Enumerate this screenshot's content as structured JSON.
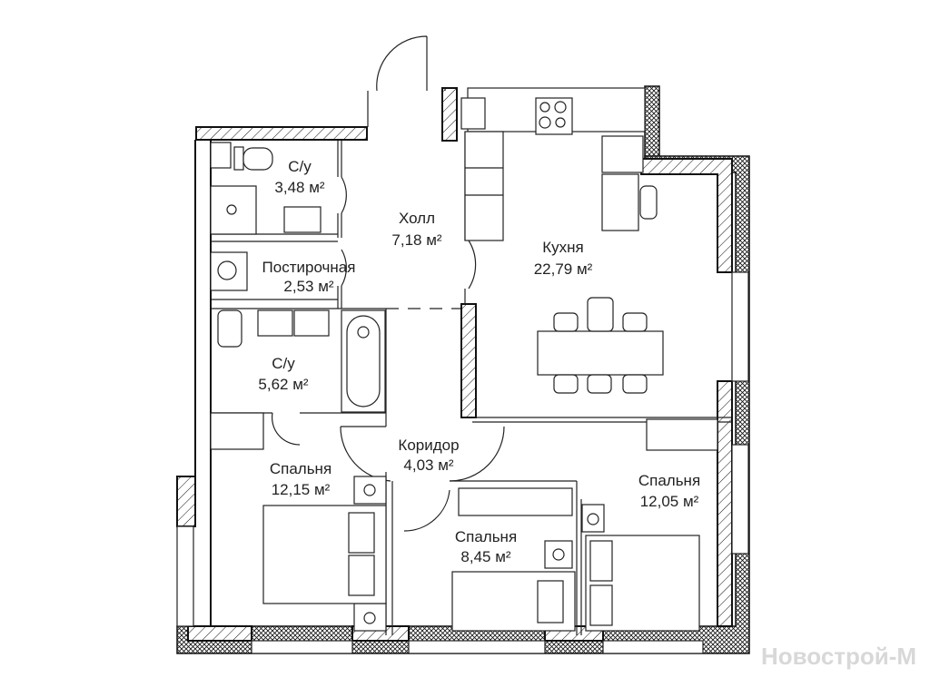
{
  "rooms": [
    {
      "name": "С/у",
      "area": "3,48 м²"
    },
    {
      "name": "Холл",
      "area": "7,18 м²"
    },
    {
      "name": "Кухня",
      "area": "22,79 м²"
    },
    {
      "name": "Постирочная",
      "area": "2,53 м²"
    },
    {
      "name": "С/у",
      "area": "5,62 м²"
    },
    {
      "name": "Коридор",
      "area": "4,03 м²"
    },
    {
      "name": "Спальня",
      "area": "12,15 м²"
    },
    {
      "name": "Спальня",
      "area": "12,05 м²"
    },
    {
      "name": "Спальня",
      "area": "8,45 м²"
    }
  ],
  "watermark": "Новострой-М",
  "colors": {
    "line": "#111111",
    "background": "#ffffff"
  }
}
